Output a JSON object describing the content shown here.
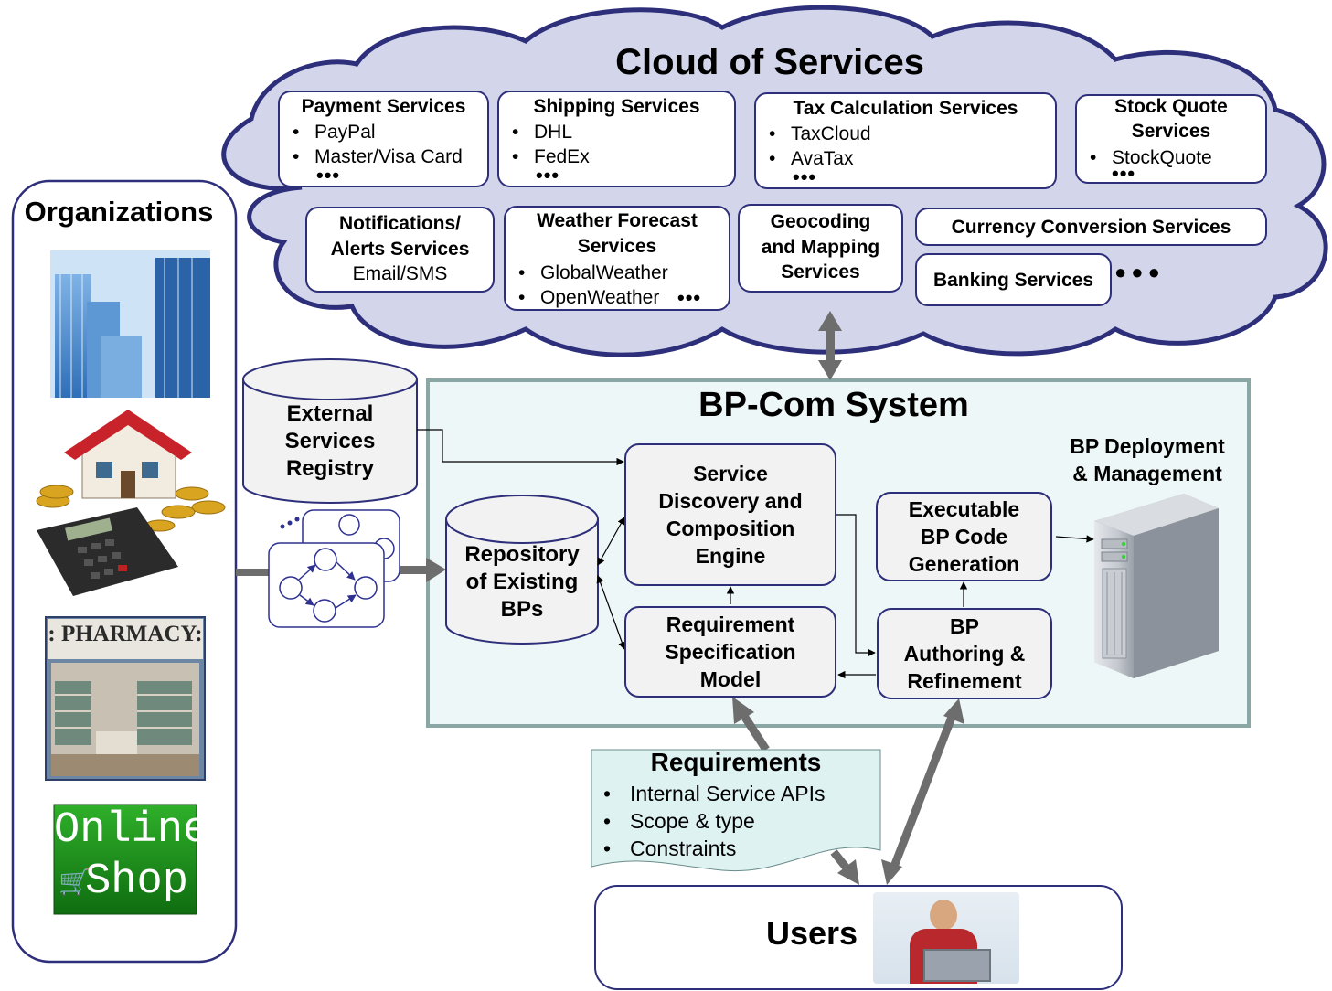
{
  "cloud": {
    "title": "Cloud of Services",
    "services": {
      "payment": {
        "title": "Payment Services",
        "items": [
          "PayPal",
          "Master/Visa Card"
        ],
        "more": "•••"
      },
      "shipping": {
        "title": "Shipping Services",
        "items": [
          "DHL",
          "FedEx"
        ],
        "more": "•••"
      },
      "tax": {
        "title": "Tax Calculation Services",
        "items": [
          "TaxCloud",
          "AvaTax"
        ],
        "more": "•••"
      },
      "stock": {
        "title_line1": "Stock Quote",
        "title_line2": "Services",
        "items": [
          "StockQuote"
        ],
        "more": "•••"
      },
      "notifications": {
        "title_line1": "Notifications/",
        "title_line2": "Alerts Services",
        "detail": "Email/SMS"
      },
      "weather": {
        "title_line1": "Weather Forecast",
        "title_line2": "Services",
        "items": [
          "GlobalWeather",
          "OpenWeather"
        ],
        "more": "•••"
      },
      "geocoding": {
        "title_line1": "Geocoding",
        "title_line2": "and Mapping",
        "title_line3": "Services"
      },
      "currency": {
        "title": "Currency Conversion Services"
      },
      "banking": {
        "title": "Banking Services",
        "more": "●●●"
      }
    }
  },
  "organizations": {
    "title": "Organizations",
    "images": [
      "office-towers",
      "house-with-coins-and-calculator",
      "pharmacy-storefront",
      "online-shop-sign"
    ],
    "pharmacy_sign": ": PHARMACY:",
    "online_shop_line1": "Online",
    "online_shop_line2": "Shop"
  },
  "external_registry": {
    "line1": "External",
    "line2": "Services",
    "line3": "Registry"
  },
  "repository": {
    "line1": "Repository",
    "line2": "of Existing",
    "line3": "BPs"
  },
  "system": {
    "title": "BP-Com System",
    "components": {
      "discovery": "Service\nDiscovery and\nComposition\nEngine",
      "requirement_model": "Requirement\nSpecification\nModel",
      "codegen": "Executable\nBP Code\nGeneration",
      "authoring": "BP\nAuthoring &\nRefinement"
    },
    "deployment_label_line1": "BP Deployment",
    "deployment_label_line2": "& Management"
  },
  "requirements": {
    "title": "Requirements",
    "items": [
      "Internal Service APIs",
      "Scope & type",
      "Constraints"
    ]
  },
  "users": {
    "title": "Users"
  },
  "colors": {
    "border": "#2e2f7a",
    "cloud_fill": "#d3d6ea",
    "system_fill": "#eef7f7",
    "system_border": "#8aa7a5",
    "component_fill": "#f2f2f2",
    "requirements_fill": "#dff2f2",
    "arrow_gray": "#6d6d6d"
  }
}
